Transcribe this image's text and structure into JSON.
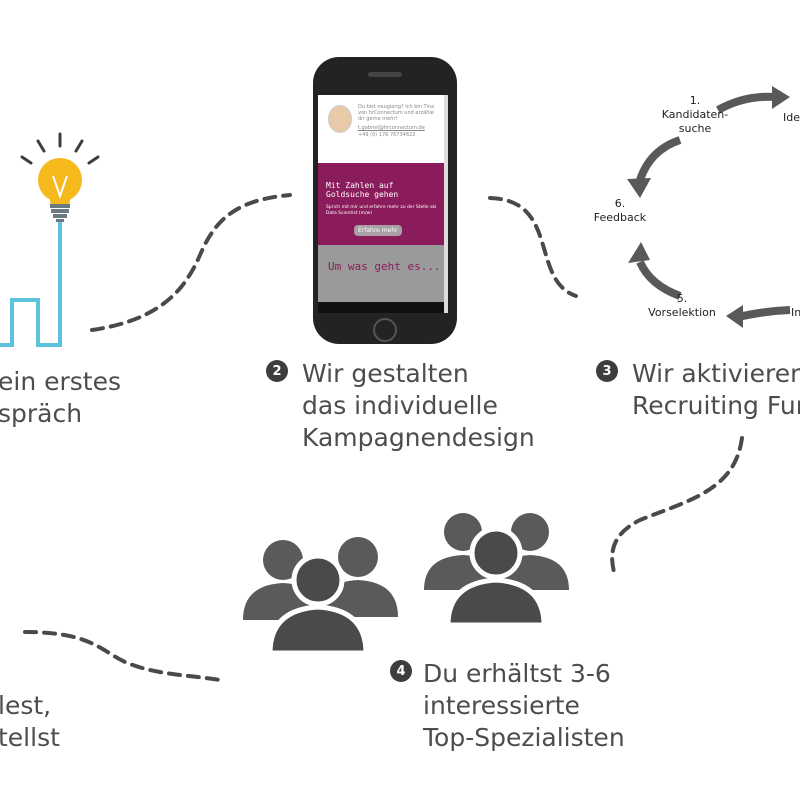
{
  "step1": {
    "line1": "ein erstes",
    "line2": "spräch"
  },
  "step2": {
    "num": "2",
    "line1": "Wir gestalten",
    "line2": "das individuelle",
    "line3": "Kampagnendesign"
  },
  "step3": {
    "num": "3",
    "line1": "Wir aktivieren",
    "line2": "Recruiting Fun"
  },
  "step4": {
    "num": "4",
    "line1": "Du erhältst 3-6",
    "line2": "interessierte",
    "line3": "Top-Spezialisten"
  },
  "step5": {
    "line1": "lest,",
    "line2": "tellst"
  },
  "cycle": {
    "item1_num": "1.",
    "item1_l1": "Kandidaten-",
    "item1_l2": "suche",
    "item2": "Ide",
    "item4": "In",
    "item5_num": "5.",
    "item5": "Vorselektion",
    "item6_num": "6.",
    "item6": "Feedback"
  },
  "phone": {
    "contact_text": "Du bist neugierig? Ich bin Tina von hrConnectum und erzähle dir gerne mehr!",
    "contact_email": "t.gabriel@hrconnectum.de",
    "contact_phone": "+49 (0) 176 76734622",
    "headline": "Mit Zahlen auf Goldsuche gehen",
    "subtext": "Sprich mit mir und erfahre mehr zu der Stelle als Data Scientist (m/w)",
    "button": "Erfahre mehr",
    "section_title": "Um was geht es..."
  },
  "colors": {
    "bulb": "#f6b91c",
    "wire": "#5bc4dc",
    "dash": "#4a4a4a",
    "icon_gray": "#5a5a5a",
    "purple": "#8b1c5c"
  }
}
